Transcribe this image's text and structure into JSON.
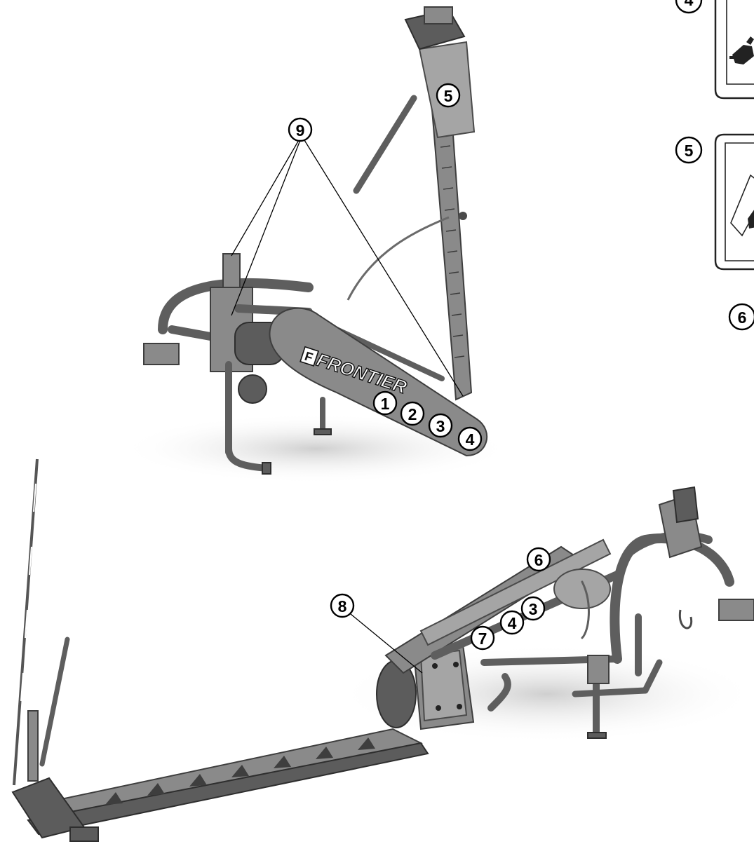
{
  "brand": {
    "name": "FRONTIER",
    "logo_letter": "F"
  },
  "top_mower": {
    "callouts": [
      "9",
      "5",
      "1",
      "2",
      "3",
      "4"
    ]
  },
  "bottom_mower": {
    "callouts": [
      "6",
      "3",
      "4",
      "7",
      "8"
    ]
  },
  "decal_panel": {
    "callouts": [
      "4",
      "5",
      "6"
    ]
  },
  "colors": {
    "metal": "#8a8a8a",
    "shadow": "#d8d8d8",
    "outline": "#000000"
  }
}
